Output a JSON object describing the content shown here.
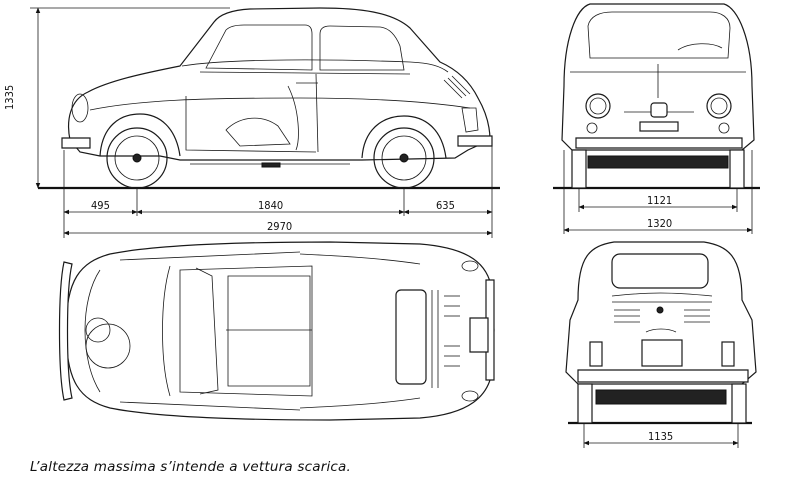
{
  "dimensions": {
    "height": "1335",
    "front_overhang": "495",
    "wheelbase": "1840",
    "rear_overhang": "635",
    "length": "2970",
    "front_track": "1121",
    "width": "1320",
    "rear_track": "1135"
  },
  "caption": "L’altezza massima s’intende a vettura scarica.",
  "colors": {
    "ink": "#1a1a1a",
    "paper": "#ffffff"
  }
}
